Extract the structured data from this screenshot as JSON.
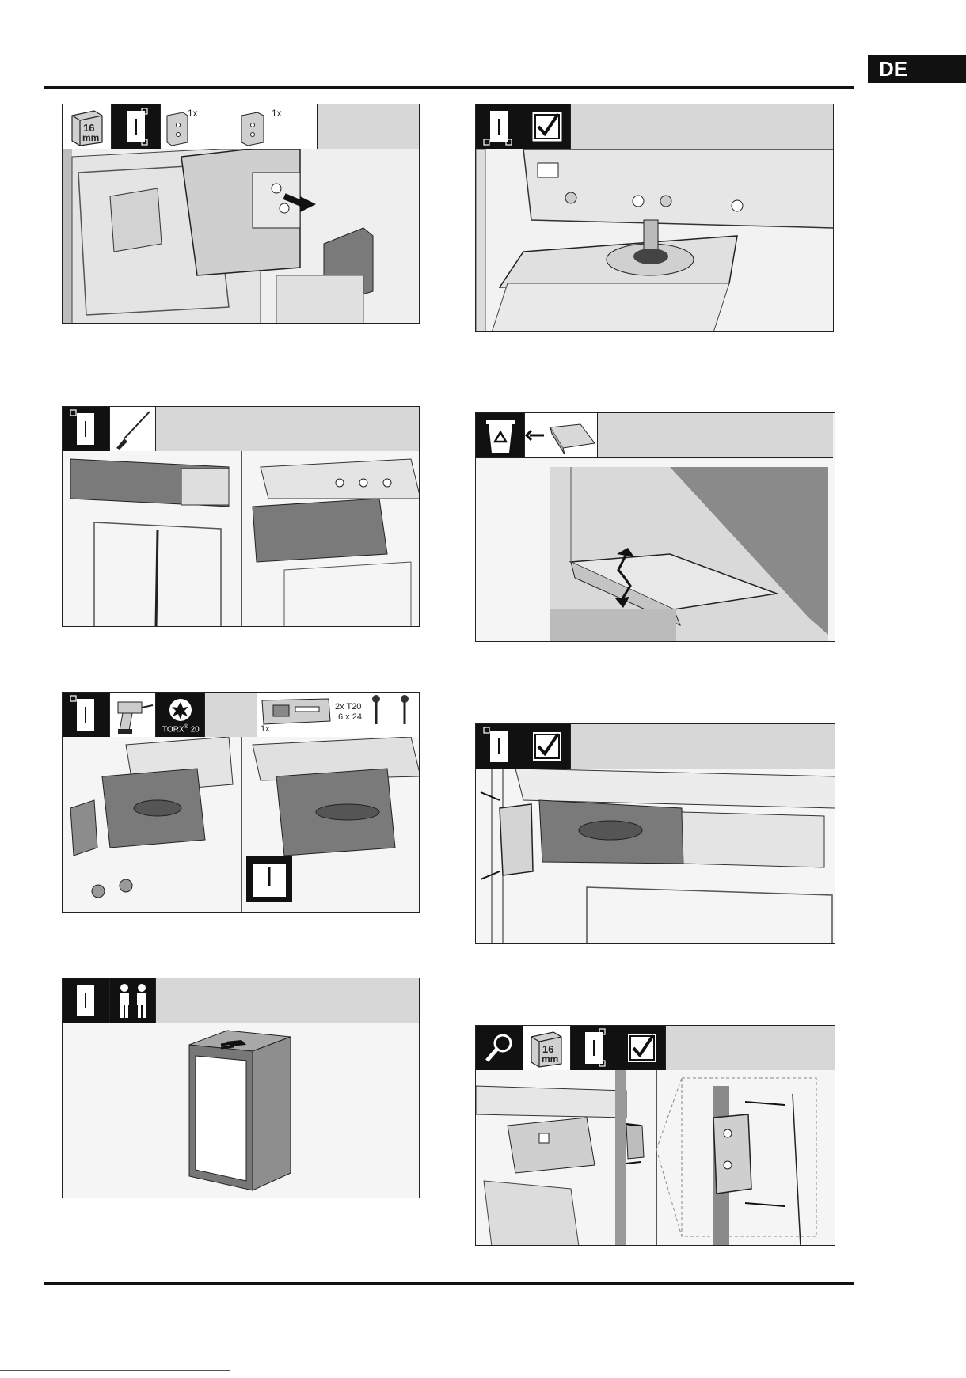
{
  "page": {
    "language_tab": "DE"
  },
  "steps": {
    "hinge_cover": {
      "gap_label_line1": "16",
      "gap_label_line2": "mm",
      "qty_a": "1x",
      "qty_b": "1x"
    },
    "top_check": {},
    "remove_cover": {},
    "recycle_panel": {},
    "mount_bracket": {
      "torx_label": "TORX",
      "torx_reg": "®",
      "torx_size": "20",
      "screw_spec_line1": "2x T20",
      "screw_spec_line2": "6 x 24",
      "bracket_qty": "1x"
    },
    "bracket_check": {},
    "two_person": {},
    "final_check": {
      "gap_label_line1": "16",
      "gap_label_line2": "mm"
    }
  },
  "colors": {
    "header_bg": "#d7d7d7",
    "icon_black": "#111111",
    "panel_grey": "#7a7a7a",
    "body_grey": "#f1f1f1"
  }
}
